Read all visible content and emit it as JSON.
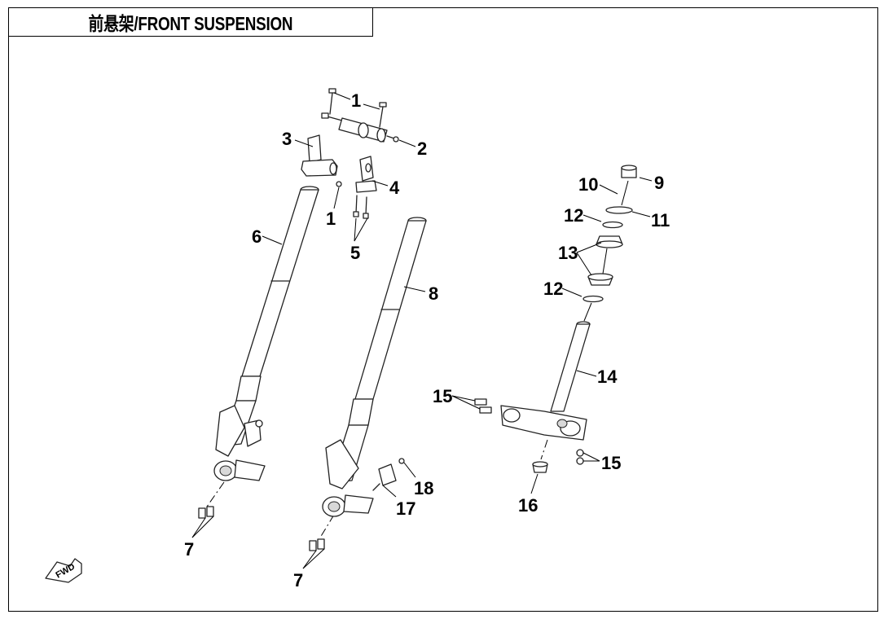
{
  "title": "前悬架/FRONT SUSPENSION",
  "fwd_label": "FWD",
  "callouts": [
    "1",
    "2",
    "3",
    "4",
    "1",
    "5",
    "6",
    "7",
    "8",
    "7",
    "9",
    "10",
    "11",
    "12",
    "13",
    "12",
    "14",
    "15",
    "15",
    "16",
    "17",
    "18"
  ]
}
